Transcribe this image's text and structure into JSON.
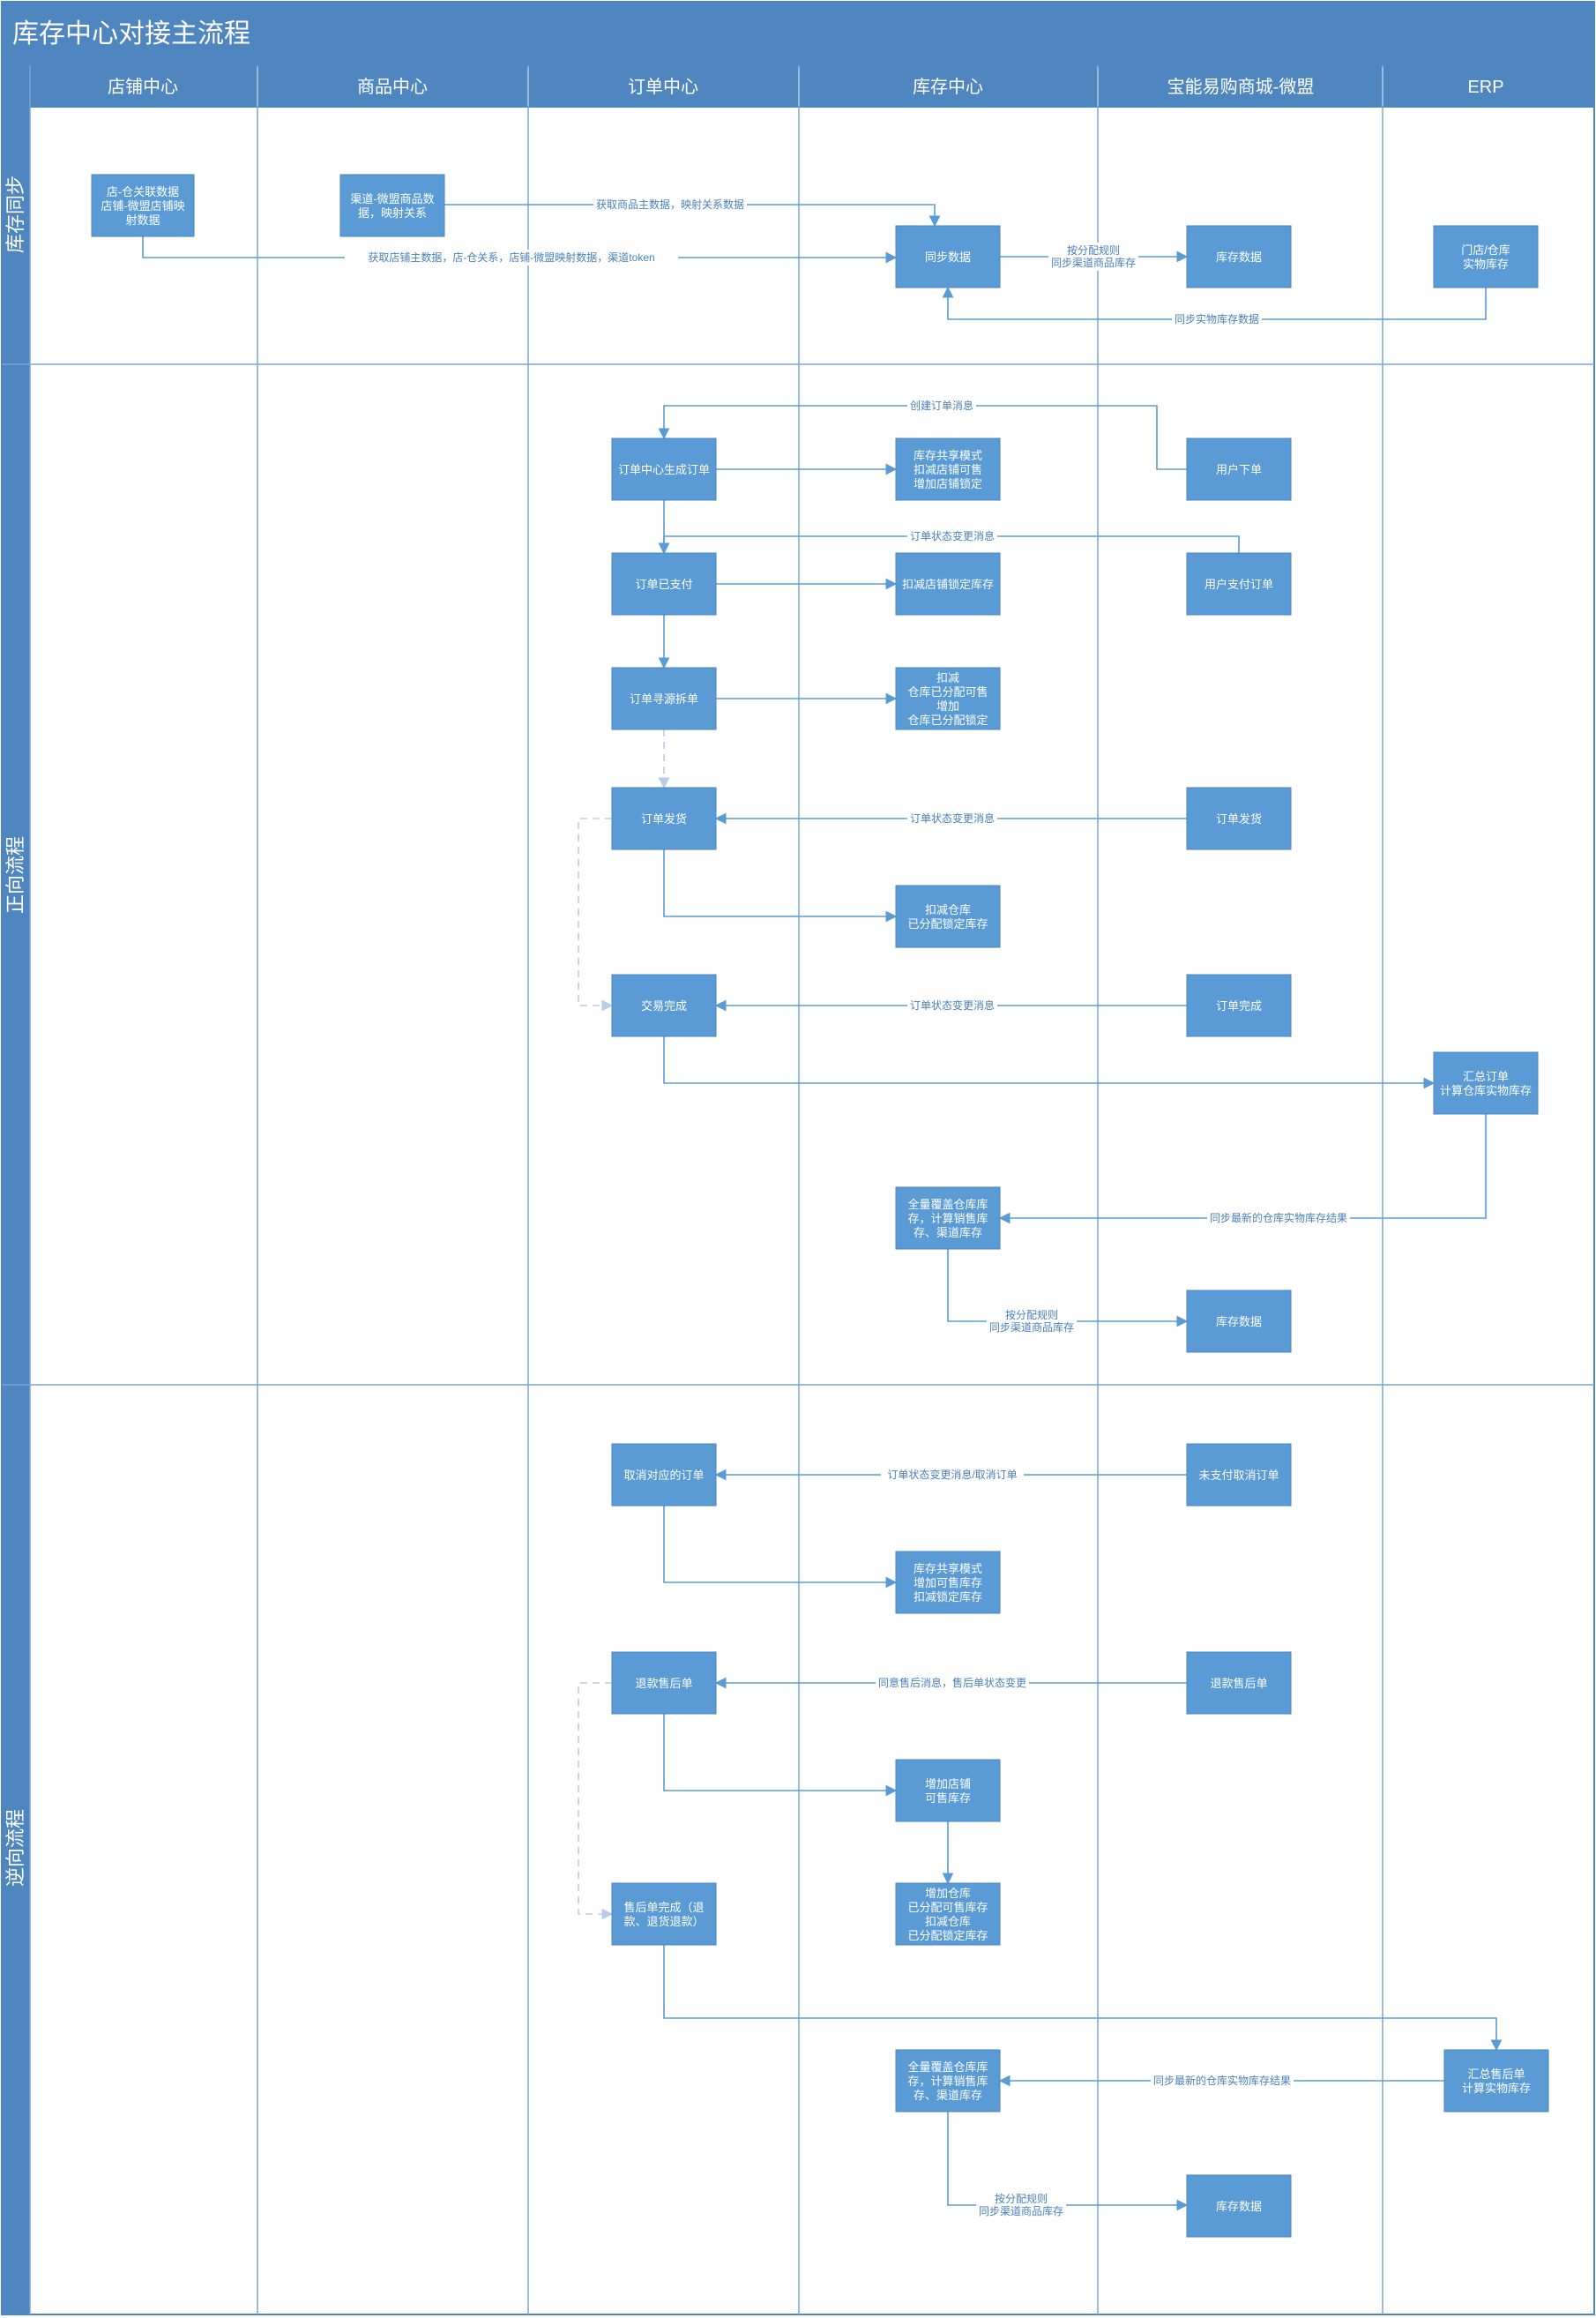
{
  "title": "库存中心对接主流程",
  "colors": {
    "header": "#4f86bf",
    "lane_header": "#4f86bf",
    "node": "#5b9bd5",
    "edge": "#5b9bd5",
    "edge_label": "#4a7fb8",
    "divider": "#7aa6d4"
  },
  "lanes": [
    {
      "id": "store",
      "label": "店铺中心"
    },
    {
      "id": "product",
      "label": "商品中心"
    },
    {
      "id": "order",
      "label": "订单中心"
    },
    {
      "id": "inventory",
      "label": "库存中心"
    },
    {
      "id": "mall",
      "label": "宝能易购商城-微盟"
    },
    {
      "id": "erp",
      "label": "ERP"
    }
  ],
  "phases": [
    {
      "id": "sync",
      "label": "库存同步"
    },
    {
      "id": "forward",
      "label": "正向流程"
    },
    {
      "id": "reverse",
      "label": "逆向流程"
    }
  ],
  "nodes": {
    "n_store_data": {
      "lines": [
        "店-仓关联数据",
        "店铺-微盟店铺映",
        "射数据"
      ]
    },
    "n_channel_data": {
      "lines": [
        "渠道-微盟商品数",
        "据，映射关系"
      ]
    },
    "n_sync_data": {
      "lines": [
        "同步数据"
      ]
    },
    "n_stock_data1": {
      "lines": [
        "库存数据"
      ]
    },
    "n_erp_stock": {
      "lines": [
        "门店/仓库",
        "实物库存"
      ]
    },
    "n_order_create": {
      "lines": [
        "订单中心生成订单"
      ]
    },
    "n_share_mode1": {
      "lines": [
        "库存共享模式",
        "扣减店铺可售",
        "增加店铺锁定"
      ]
    },
    "n_user_order": {
      "lines": [
        "用户下单"
      ]
    },
    "n_order_paid": {
      "lines": [
        "订单已支付"
      ]
    },
    "n_deduct_lock": {
      "lines": [
        "扣减店铺锁定库存"
      ]
    },
    "n_user_pay": {
      "lines": [
        "用户支付订单"
      ]
    },
    "n_order_split": {
      "lines": [
        "订单寻源拆单"
      ]
    },
    "n_wh_alloc": {
      "lines": [
        "扣减",
        "仓库已分配可售",
        "增加",
        "仓库已分配锁定"
      ]
    },
    "n_order_ship": {
      "lines": [
        "订单发货"
      ]
    },
    "n_mall_ship": {
      "lines": [
        "订单发货"
      ]
    },
    "n_wh_deduct": {
      "lines": [
        "扣减仓库",
        "已分配锁定库存"
      ]
    },
    "n_trade_done": {
      "lines": [
        "交易完成"
      ]
    },
    "n_order_done": {
      "lines": [
        "订单完成"
      ]
    },
    "n_erp_summary": {
      "lines": [
        "汇总订单",
        "计算仓库实物库存"
      ]
    },
    "n_full_cover1": {
      "lines": [
        "全量覆盖仓库库",
        "存，计算销售库",
        "存、渠道库存"
      ]
    },
    "n_stock_data2": {
      "lines": [
        "库存数据"
      ]
    },
    "n_cancel_order": {
      "lines": [
        "取消对应的订单"
      ]
    },
    "n_unpaid_cancel": {
      "lines": [
        "未支付取消订单"
      ]
    },
    "n_share_mode2": {
      "lines": [
        "库存共享模式",
        "增加可售库存",
        "扣减锁定库存"
      ]
    },
    "n_refund_order": {
      "lines": [
        "退款售后单"
      ]
    },
    "n_mall_refund": {
      "lines": [
        "退款售后单"
      ]
    },
    "n_add_store": {
      "lines": [
        "增加店铺",
        "可售库存"
      ]
    },
    "n_after_done": {
      "lines": [
        "售后单完成（退",
        "款、退货退款）"
      ]
    },
    "n_wh_add": {
      "lines": [
        "增加仓库",
        "已分配可售库存",
        "扣减仓库",
        "已分配锁定库存"
      ]
    },
    "n_erp_after": {
      "lines": [
        "汇总售后单",
        "计算实物库存"
      ]
    },
    "n_full_cover2": {
      "lines": [
        "全量覆盖仓库库",
        "存，计算销售库",
        "存、渠道库存"
      ]
    },
    "n_stock_data3": {
      "lines": [
        "库存数据"
      ]
    }
  },
  "edge_labels": {
    "e_product_sync": "获取商品主数据，映射关系数据",
    "e_store_sync": "获取店铺主数据，店-仓关系，店铺-微盟映射数据，渠道token",
    "e_alloc1": [
      "按分配规则",
      "同步渠道商品库存"
    ],
    "e_erp_sync": "同步实物库存数据",
    "e_create_msg": "创建订单消息",
    "e_status_msg1": "订单状态变更消息",
    "e_status_msg2": "订单状态变更消息",
    "e_status_msg3": "订单状态变更消息",
    "e_erp_result1": "同步最新的仓库实物库存结果",
    "e_alloc2": [
      "按分配规则",
      "同步渠道商品库存"
    ],
    "e_cancel_msg": "订单状态变更消息/取消订单",
    "e_after_msg": "同意售后消息，售后单状态变更",
    "e_erp_result2": "同步最新的仓库实物库存结果",
    "e_alloc3": [
      "按分配规则",
      "同步渠道商品库存"
    ]
  }
}
